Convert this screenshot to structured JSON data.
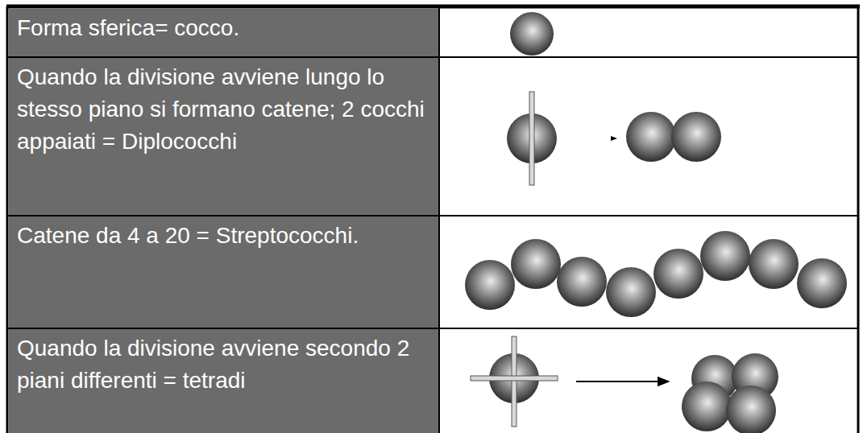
{
  "diagram": {
    "labels": [
      "Forma sferica= cocco.",
      "Quando la divisione avviene lungo lo stesso piano si formano catene; 2 cocchi appaiati = Diplococchi",
      "Catene da 4 a 20 = Streptococchi.",
      "Quando la divisione avviene secondo 2 piani differenti = tetradi"
    ]
  }
}
